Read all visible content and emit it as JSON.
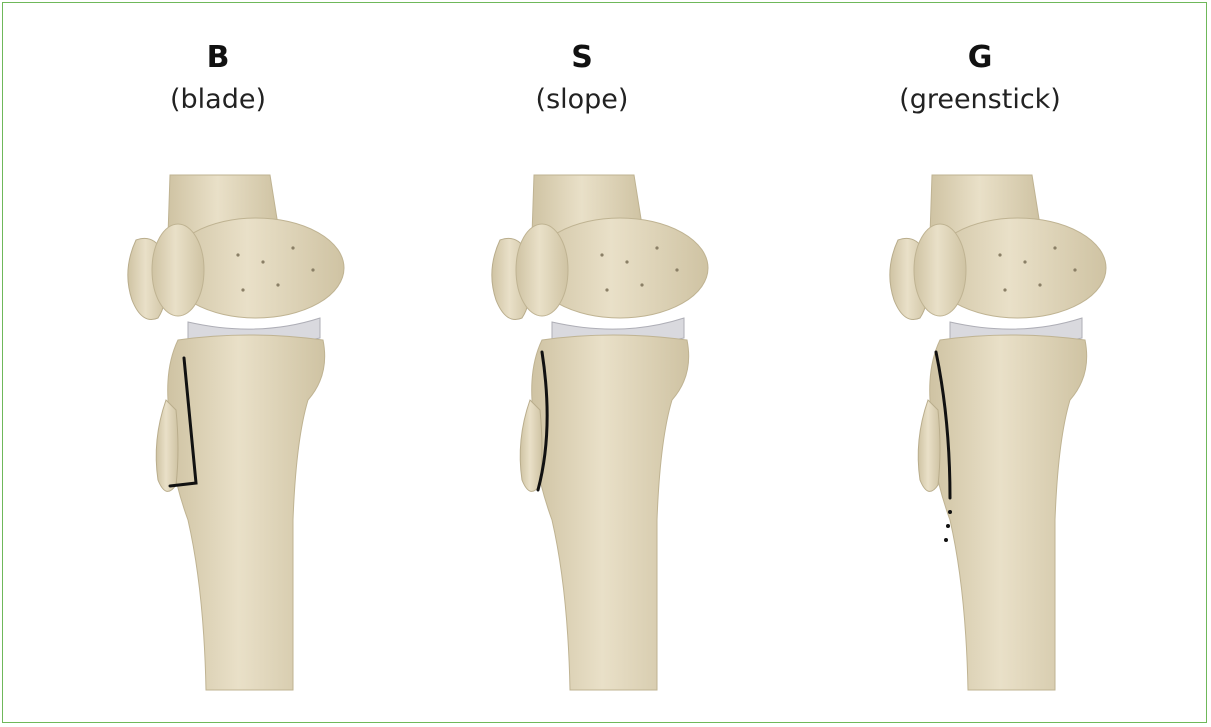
{
  "figure": {
    "panels": [
      {
        "letter": "B",
        "name": "(blade)",
        "fracture": "blade"
      },
      {
        "letter": "S",
        "name": "(slope)",
        "fracture": "slope"
      },
      {
        "letter": "G",
        "name": "(greenstick)",
        "fracture": "greenstick"
      }
    ],
    "colors": {
      "border": "#6fb85a",
      "bone": "#e9e0c8",
      "bone_shadow": "#cfc3a3",
      "cartilage": "#d9d9de",
      "fracture_line": "#111111"
    }
  }
}
